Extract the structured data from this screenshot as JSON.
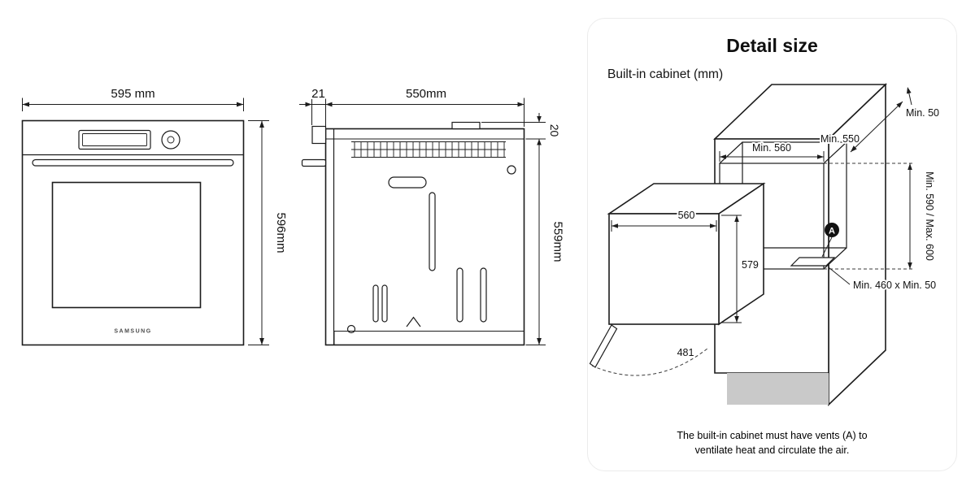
{
  "front_view": {
    "width": "595 mm",
    "height": "596mm",
    "brand": "SAMSUNG"
  },
  "side_view": {
    "front_protrusion": "21",
    "depth": "550mm",
    "top_offset": "20",
    "height": "559mm"
  },
  "detail_card": {
    "title": "Detail size",
    "subtitle": "Built-in cabinet (mm)",
    "dimensions": {
      "top_clearance": "Min. 50",
      "cabinet_width": "Min. 560",
      "cabinet_depth": "Min. 550",
      "niche_height": "Min. 590 / Max. 600",
      "vent_marker": "A",
      "vent_size": "Min. 460 x Min. 50",
      "oven_width": "560",
      "oven_height": "579",
      "door_open_depth": "481"
    },
    "caption_line1": "The built-in cabinet must have vents (A) to",
    "caption_line2": "ventilate heat and circulate the air."
  }
}
